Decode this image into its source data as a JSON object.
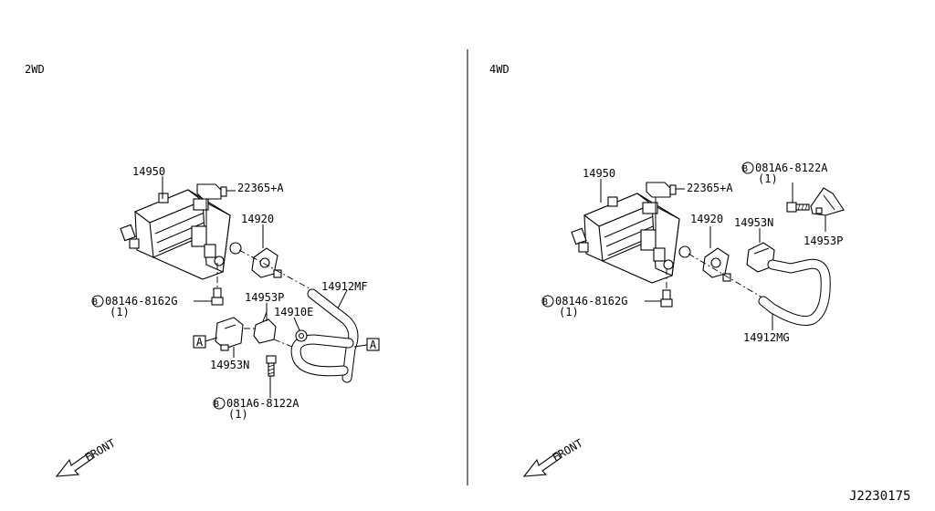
{
  "left": {
    "variant": "2WD",
    "canister": "14950",
    "sensor": "22365+A",
    "valve": "14920",
    "bolt_a": "08146-8162G",
    "bolt_a_qty": "(1)",
    "bracket_p": "14953P",
    "hose": "14912MF",
    "clip": "14910E",
    "bracket_n": "14953N",
    "bolt_b": "081A6-8122A",
    "bolt_b_qty": "(1)",
    "ref_mark": "A",
    "front": "FRONT",
    "bolt_symbol": "B"
  },
  "right": {
    "variant": "4WD",
    "canister": "14950",
    "sensor": "22365+A",
    "valve": "14920",
    "bolt_a": "08146-8162G",
    "bolt_a_qty": "(1)",
    "bolt_b": "081A6-8122A",
    "bolt_b_qty": "(1)",
    "bracket_n": "14953N",
    "bracket_p": "14953P",
    "hose": "14912MG",
    "front": "FRONT",
    "bolt_symbol": "B"
  },
  "diagram_code": "J2230175"
}
